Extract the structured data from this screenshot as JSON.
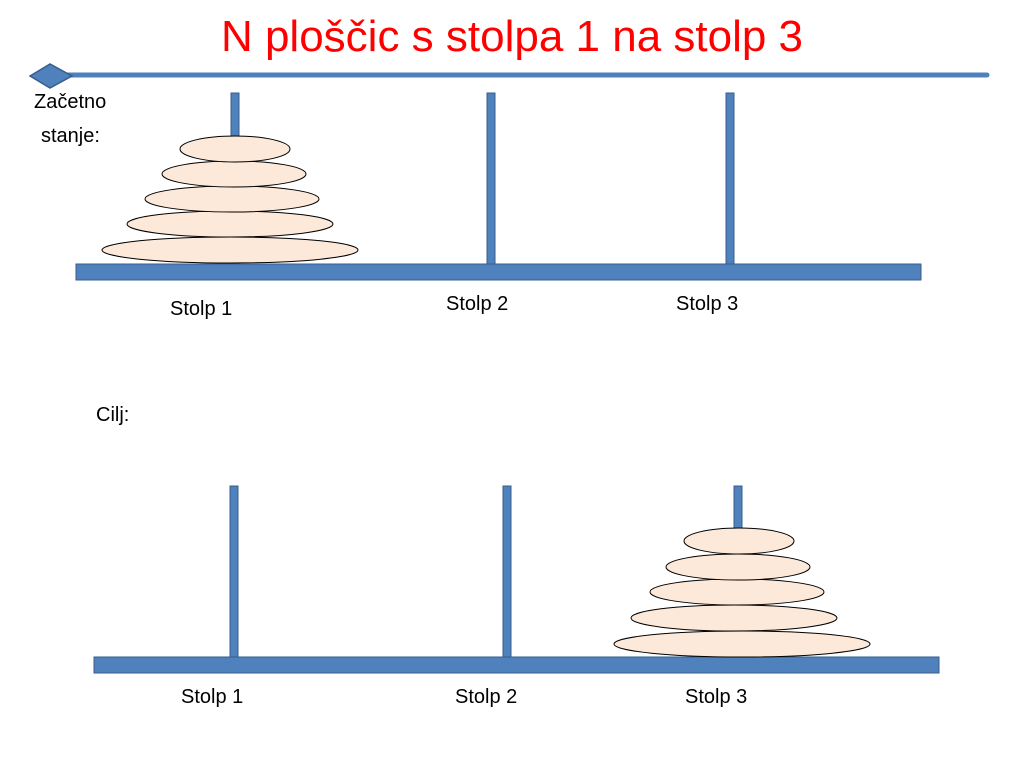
{
  "title": "N ploščic s stolpa 1 na stolp 3",
  "colors": {
    "title": "#ff0000",
    "peg": "#4f81bd",
    "peg_border": "#385d8a",
    "disk_fill": "#fde9d9",
    "disk_border": "#000000",
    "bullet": "#4f81bd"
  },
  "sections": [
    {
      "caption_line1": "Začetno",
      "caption_line2": "stanje:",
      "pegs": [
        "Stolp 1",
        "Stolp 2",
        "Stolp 3"
      ],
      "disks_on_peg": 1,
      "disk_count": 5
    },
    {
      "caption_line1": "Cilj:",
      "pegs": [
        "Stolp 1",
        "Stolp 2",
        "Stolp 3"
      ],
      "disks_on_peg": 3,
      "disk_count": 5
    }
  ]
}
